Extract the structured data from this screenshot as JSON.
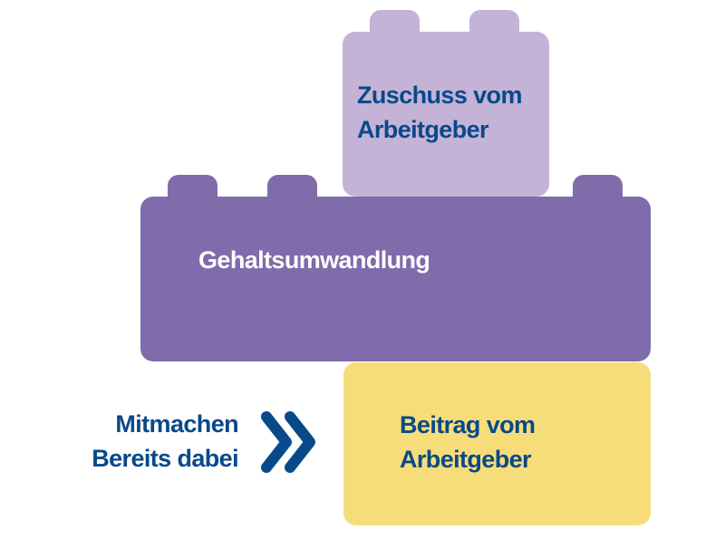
{
  "colors": {
    "top": "#c4b3d7",
    "middle": "#806bab",
    "bottom": "#f7dd7a",
    "text_dark": "#08498a",
    "text_light": "#ffffff"
  },
  "blocks": {
    "top": {
      "line1": "Zuschuss vom",
      "line2": "Arbeitgeber"
    },
    "middle": {
      "label": "Gehaltsumwandlung"
    },
    "bottom": {
      "line1": "Beitrag vom",
      "line2": "Arbeitgeber"
    }
  },
  "side": {
    "line1": "Mitmachen",
    "line2": "Bereits dabei",
    "icon": "double-chevron-right-icon"
  }
}
